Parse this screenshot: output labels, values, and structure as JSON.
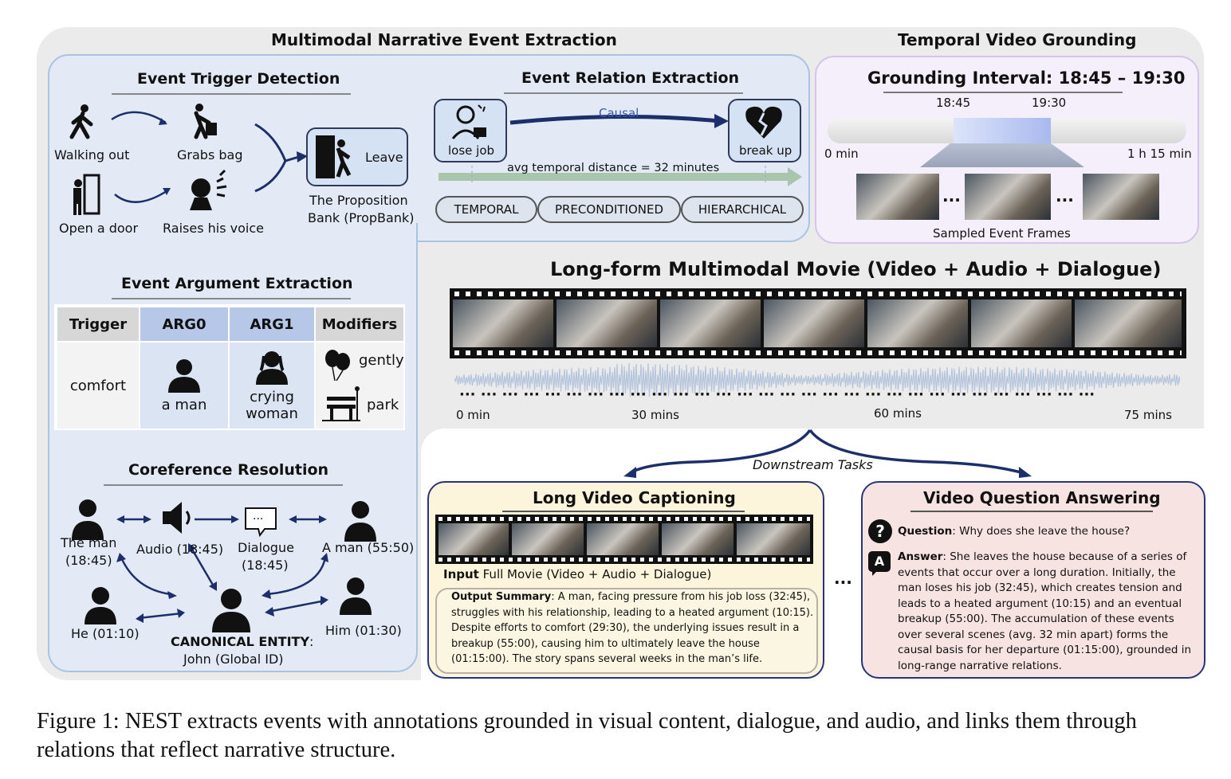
{
  "mnee": {
    "title": "Multimodal Narrative Event Extraction",
    "trigger_detection": {
      "title": "Event Trigger Detection",
      "items": [
        "Walking out",
        "Grabs bag",
        "Open a door",
        "Raises his voice"
      ],
      "leave_label": "Leave",
      "propbank_line1": "The Proposition",
      "propbank_line2": "Bank (PropBank)"
    },
    "relation_extraction": {
      "title": "Event Relation Extraction",
      "causal_label": "Causal",
      "event1": "lose job",
      "event2": "break up",
      "distance_label": "avg temporal distance = 32 minutes",
      "relation_types": [
        "TEMPORAL",
        "PRECONDITIONED",
        "HIERARCHICAL"
      ]
    },
    "argument_extraction": {
      "title": "Event Argument Extraction",
      "headers": [
        "Trigger",
        "ARG0",
        "ARG1",
        "Modifiers"
      ],
      "trigger": "comfort",
      "arg0": "a man",
      "arg1_line1": "crying",
      "arg1_line2": "woman",
      "modifier1": "gently",
      "modifier2": "park"
    },
    "coreference": {
      "title": "Coreference Resolution",
      "man_line1": "The man",
      "man_line2": "(18:45)",
      "audio": "Audio (18:45)",
      "dialogue_line1": "Dialogue",
      "dialogue_line2": "(18:45)",
      "aman": "A man (55:50)",
      "he": "He (01:10)",
      "him": "Him (01:30)",
      "canonical_label": "CANONICAL ENTITY",
      "canonical_colon": ":",
      "canonical_value": "John (Global ID)"
    }
  },
  "temporal": {
    "title": "Temporal Video Grounding",
    "interval_title": "Grounding Interval: 18:45 – 19:30",
    "start": "18:45",
    "end": "19:30",
    "min_label": "0 min",
    "max_label": "1 h 15 min",
    "ellipsis": "...",
    "frames_caption": "Sampled Event Frames",
    "interval_start_min": 18.75,
    "interval_end_min": 19.5,
    "total_min": 75
  },
  "movie": {
    "title": "Long-form Multimodal Movie (Video + Audio + Dialogue)",
    "timeline_labels": [
      "0 min",
      "30 mins",
      "60 mins",
      "75 mins"
    ]
  },
  "downstream": {
    "label": "Downstream Tasks",
    "ellipsis": "..."
  },
  "captioning": {
    "title": "Long Video Captioning",
    "input_label": "Input",
    "input_value": " Full Movie (Video + Audio + Dialogue)",
    "output_label": "Output Summary",
    "output_text": ": A man, facing pressure from his job loss (32:45), struggles with his relationship, leading to a heated argument (10:15). Despite efforts to comfort (29:30), the underlying issues result in a breakup (55:00), causing him to ultimately leave the house (01:15:00). The story spans several weeks in the man’s life."
  },
  "qa": {
    "title": "Video Question Answering",
    "question_label": "Question",
    "question_text": ": Why does she leave the house?",
    "answer_label": "Answer",
    "answer_text": ": She leaves the house because of a series of events that occur over a long duration. Initially, the man loses his job (32:45), which creates tension and leads to a heated argument (10:15) and an eventual breakup (55:00). The accumulation of these events over several scenes (avg. 32 min apart) forms the causal basis for her departure (01:15:00), grounded in long-range narrative relations.",
    "q_icon": "?",
    "a_icon": "A"
  },
  "figure_caption": "Figure 1: NEST extracts events with annotations grounded in visual content, dialogue, and audio, and links them through relations that reflect narrative structure.",
  "colors": {
    "blue_panel": "#e3eaf5",
    "purple_panel": "#f4effa",
    "caption_panel": "#fcf5dc",
    "qa_panel": "#f8e3e3",
    "arrow": "#1d2f6b",
    "interval": "#aebde8"
  },
  "icons": [
    "walking-person-icon",
    "grab-bag-icon",
    "open-door-icon",
    "shouting-icon",
    "leave-door-icon",
    "unemployed-icon",
    "broken-heart-icon",
    "person-icon",
    "woman-icon",
    "balloons-icon",
    "park-bench-icon",
    "speaker-icon",
    "speech-bubble-icon",
    "question-icon",
    "answer-icon"
  ]
}
